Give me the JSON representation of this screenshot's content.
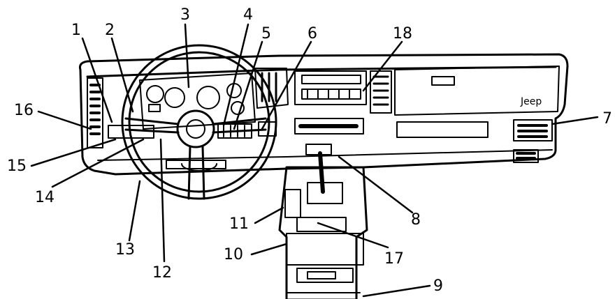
{
  "callouts": [
    {
      "id": "1",
      "label": "1"
    },
    {
      "id": "2",
      "label": "2"
    },
    {
      "id": "3",
      "label": "3"
    },
    {
      "id": "4",
      "label": "4"
    },
    {
      "id": "5",
      "label": "5"
    },
    {
      "id": "6",
      "label": "6"
    },
    {
      "id": "7",
      "label": "7"
    },
    {
      "id": "8",
      "label": "8"
    },
    {
      "id": "9",
      "label": "9"
    },
    {
      "id": "10",
      "label": "10"
    },
    {
      "id": "11",
      "label": "11"
    },
    {
      "id": "12",
      "label": "12"
    },
    {
      "id": "13",
      "label": "13"
    },
    {
      "id": "14",
      "label": "14"
    },
    {
      "id": "15",
      "label": "15"
    },
    {
      "id": "16",
      "label": "16"
    },
    {
      "id": "17",
      "label": "17"
    },
    {
      "id": "18",
      "label": "18"
    }
  ],
  "glovebox_badge": "Jeep"
}
